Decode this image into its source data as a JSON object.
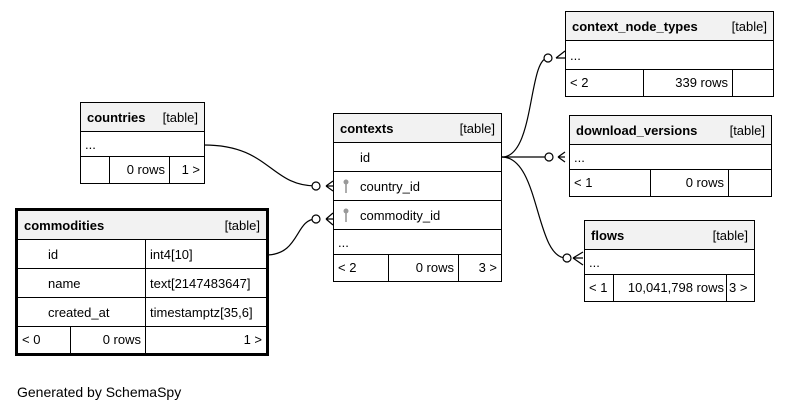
{
  "tables": {
    "context_node_types": {
      "name": "context_node_types",
      "kind": "[table]",
      "ellipsis": "...",
      "prev": "< 2",
      "rows": "339 rows",
      "next": ""
    },
    "countries": {
      "name": "countries",
      "kind": "[table]",
      "ellipsis": "...",
      "prev": "",
      "rows": "0 rows",
      "next": "1 >"
    },
    "contexts": {
      "name": "contexts",
      "kind": "[table]",
      "columns": [
        "id",
        "country_id",
        "commodity_id"
      ],
      "ellipsis": "...",
      "prev": "< 2",
      "rows": "0 rows",
      "next": "3 >"
    },
    "download_versions": {
      "name": "download_versions",
      "kind": "[table]",
      "ellipsis": "...",
      "prev": "< 1",
      "rows": "0 rows",
      "next": ""
    },
    "commodities": {
      "name": "commodities",
      "kind": "[table]",
      "columns": [
        {
          "name": "id",
          "type": "int4[10]"
        },
        {
          "name": "name",
          "type": "text[2147483647]"
        },
        {
          "name": "created_at",
          "type": "timestamptz[35,6]"
        }
      ],
      "prev": "< 0",
      "rows": "0 rows",
      "next": "1 >"
    },
    "flows": {
      "name": "flows",
      "kind": "[table]",
      "ellipsis": "...",
      "prev": "< 1",
      "rows": "10,041,798 rows",
      "next": "3 >"
    }
  },
  "footer": "Generated by SchemaSpy",
  "icons": {
    "foreign_key": "key-icon",
    "crow_foot": "crow-foot-icon"
  }
}
